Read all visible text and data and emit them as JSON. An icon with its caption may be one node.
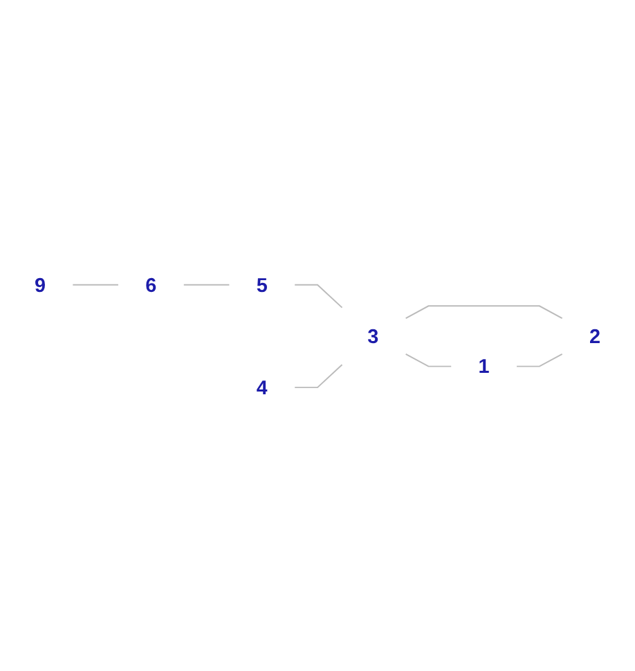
{
  "diagram": {
    "nodes": [
      {
        "text": [
          "9"
        ]
      },
      {
        "text": [
          "6"
        ]
      },
      {
        "text": [
          "5"
        ]
      },
      {
        "text": [
          "4"
        ]
      },
      {
        "text": [
          "3"
        ]
      },
      {
        "text": [
          "1"
        ]
      },
      {
        "text": [
          "2"
        ]
      }
    ],
    "edges": [
      {
        "from": 0,
        "to": 1,
        "arrow": "none"
      },
      {
        "from": 1,
        "to": 2,
        "arrow": "none"
      },
      {
        "from": 2,
        "to": 4,
        "arrow": "none"
      },
      {
        "from": 3,
        "to": 4,
        "arrow": "none"
      },
      {
        "from": 4,
        "to": 5,
        "arrow": "none"
      },
      {
        "from": 4,
        "to": 6,
        "arrow": "none"
      },
      {
        "from": 5,
        "to": 6,
        "arrow": "none"
      }
    ]
  }
}
